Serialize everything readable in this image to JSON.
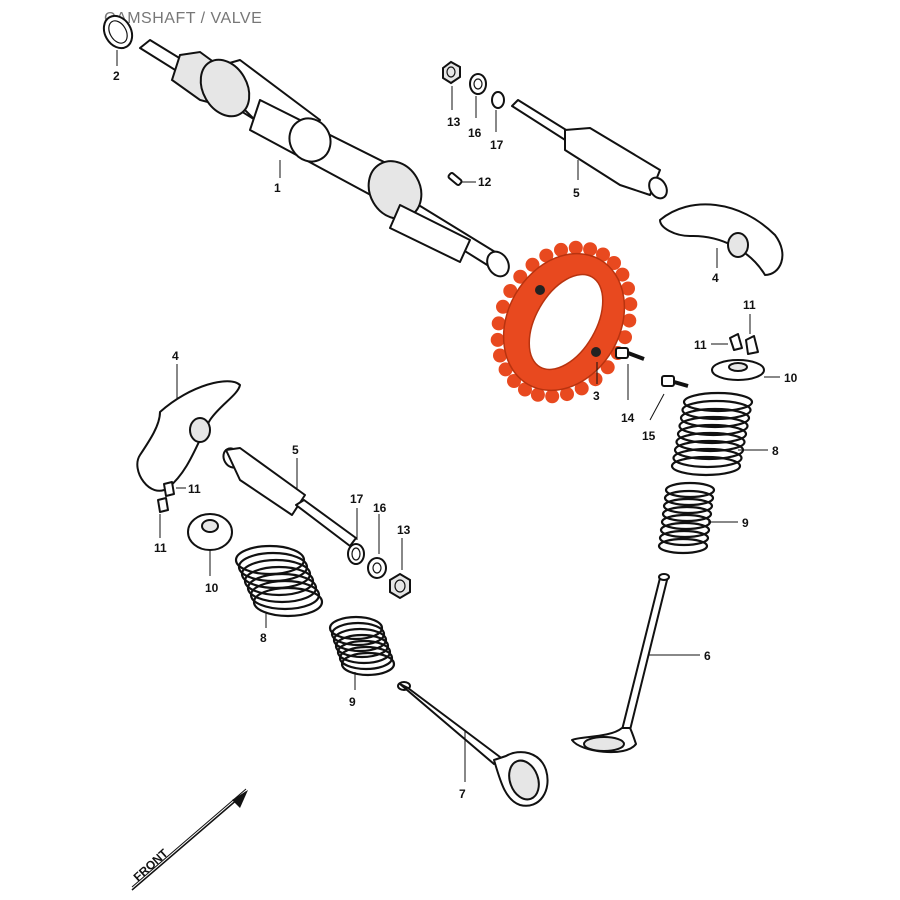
{
  "title": "CAMSHAFT / VALVE",
  "front_label": "FRONT",
  "highlight_color": "#e8491f",
  "labels": {
    "camshaft": "1",
    "oring": "2",
    "sprocket": "3",
    "rocker_right": "4",
    "rocker_left": "4",
    "rocker_shaft_right": "5",
    "rocker_shaft_left": "5",
    "valve_right": "6",
    "valve_left": "7",
    "outer_spring_right": "8",
    "outer_spring_left": "8",
    "inner_spring_right": "9",
    "inner_spring_left": "9",
    "retainer_right": "10",
    "retainer_left": "10",
    "cotter_right_a": "11",
    "cotter_right_b": "11",
    "cotter_left_a": "11",
    "cotter_left_b": "11",
    "pin": "12",
    "nut_top": "13",
    "nut_bottom": "13",
    "bolt_14": "14",
    "bolt_15": "15",
    "washer_top": "16",
    "washer_bottom": "16",
    "oring_top": "17",
    "oring_bottom": "17"
  }
}
